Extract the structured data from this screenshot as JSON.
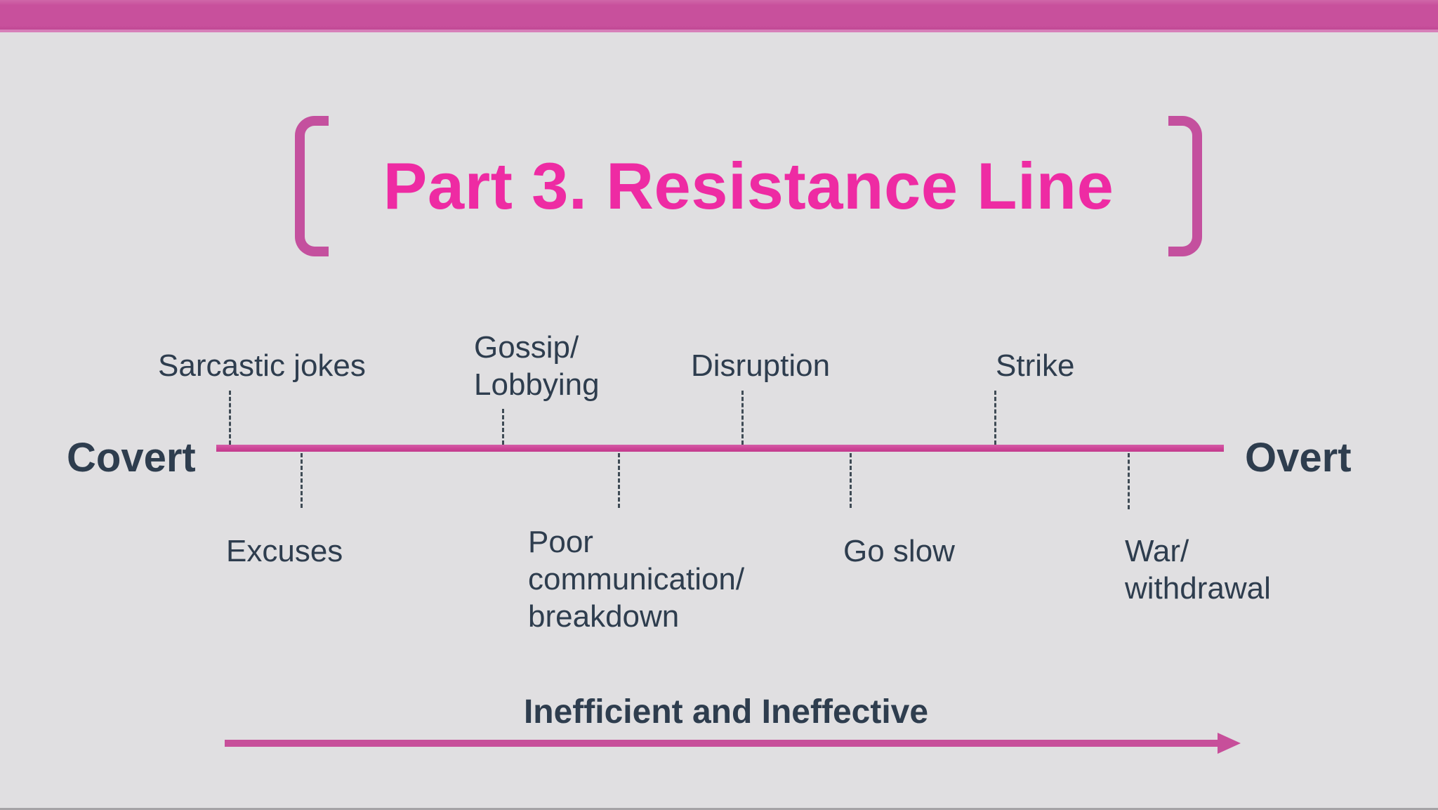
{
  "slide": {
    "title": "Part 3. Resistance Line",
    "timeline": {
      "left_end": "Covert",
      "right_end": "Overt",
      "above": [
        {
          "label": "Sarcastic jokes"
        },
        {
          "label": "Gossip/\nLobbying"
        },
        {
          "label": "Disruption"
        },
        {
          "label": "Strike"
        }
      ],
      "below": [
        {
          "label": "Excuses"
        },
        {
          "label": "Poor\ncommunication/\nbreakdown"
        },
        {
          "label": "Go slow"
        },
        {
          "label": "War/\nwithdrawal"
        }
      ]
    },
    "footer": {
      "label": "Inefficient and Ineffective"
    }
  },
  "colors": {
    "background": "#e0dfe1",
    "top_bar_pink": "#c8509c",
    "title_pink": "#ee2ba3",
    "bracket_pink": "#c4509e",
    "timeline_pink": "#cc4496",
    "arrow_pink": "#c74f9a",
    "text_dark": "#2e3d4e",
    "tick_gray": "#3f4b55"
  }
}
